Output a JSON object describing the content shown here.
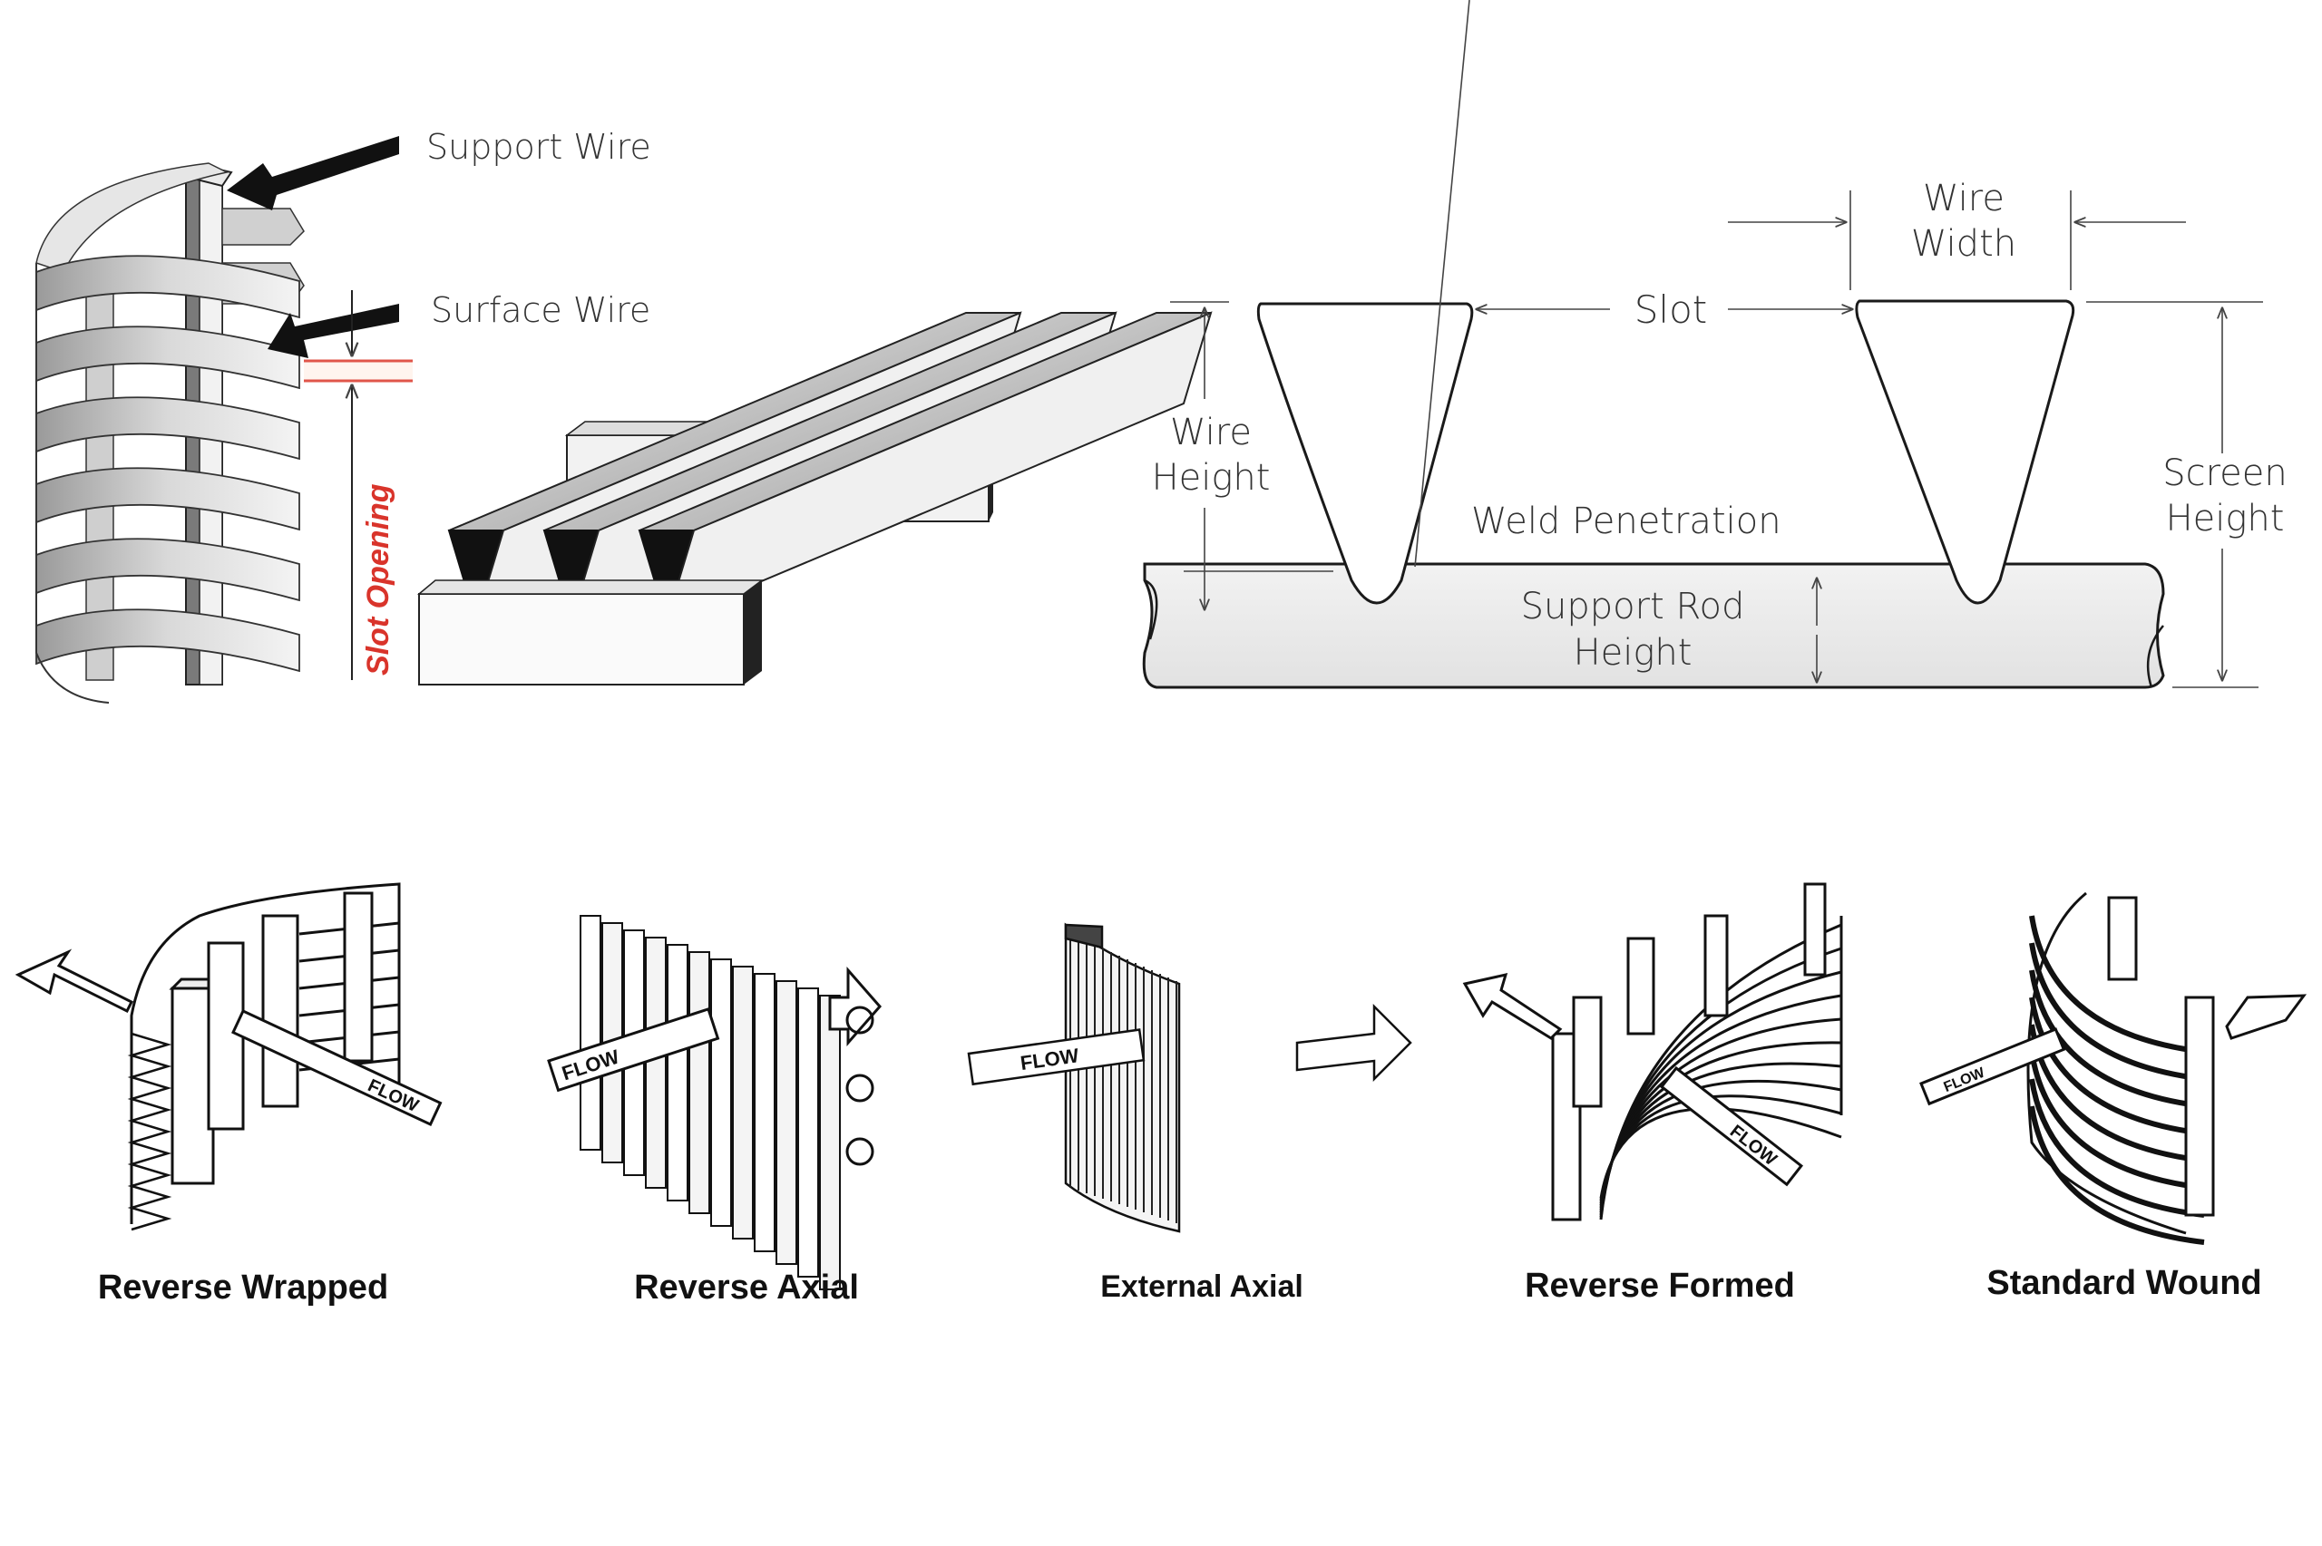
{
  "figure": {
    "callouts": {
      "support_wire": "Support Wire",
      "surface_wire": "Surface Wire",
      "slot_opening": "Slot Opening"
    },
    "cross_section": {
      "wire_width_line1": "Wire",
      "wire_width_line2": "Width",
      "slot": "Slot",
      "wire_height_line1": "Wire",
      "wire_height_line2": "Height",
      "weld_penetration": "Weld Penetration",
      "support_rod_line1": "Support Rod",
      "support_rod_line2": "Height",
      "screen_height_line1": "Screen",
      "screen_height_line2": "Height"
    },
    "flow_tag": "FLOW",
    "types": [
      {
        "label": "Reverse Wrapped"
      },
      {
        "label": "Reverse Axial"
      },
      {
        "label": "External Axial"
      },
      {
        "label": "Reverse Formed"
      },
      {
        "label": "Standard Wound"
      }
    ],
    "colors": {
      "line": "#1a1a1a",
      "metal_light": "#eeeeee",
      "metal_mid": "#b8b8b8",
      "metal_dark": "#6e6e6e",
      "slot_red": "#d9342b"
    }
  }
}
